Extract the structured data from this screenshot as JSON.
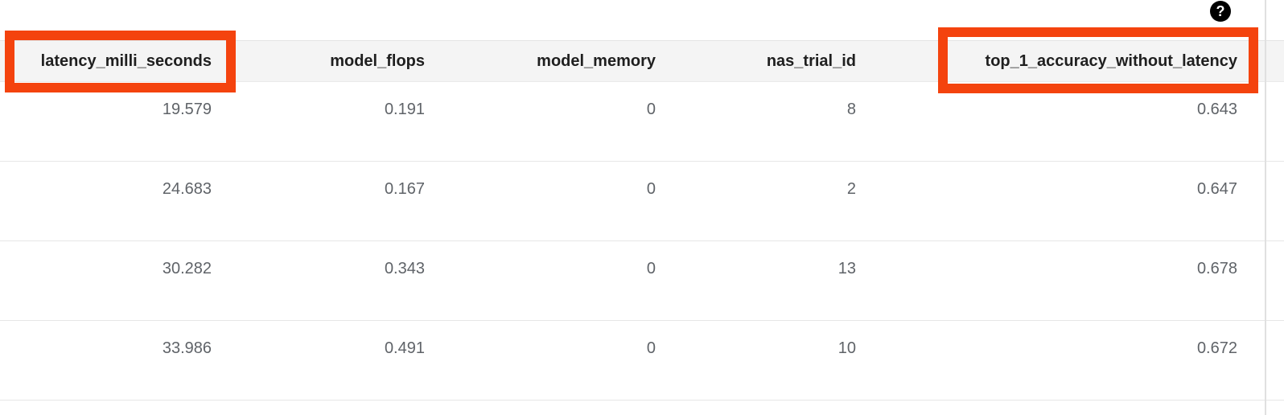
{
  "help": {
    "glyph": "?",
    "label": "help"
  },
  "table": {
    "columns": [
      "latency_milli_seconds",
      "model_flops",
      "model_memory",
      "nas_trial_id",
      "top_1_accuracy_without_latency"
    ],
    "rows": [
      [
        "19.579",
        "0.191",
        "0",
        "8",
        "0.643"
      ],
      [
        "24.683",
        "0.167",
        "0",
        "2",
        "0.647"
      ],
      [
        "30.282",
        "0.343",
        "0",
        "13",
        "0.678"
      ],
      [
        "33.986",
        "0.491",
        "0",
        "10",
        "0.672"
      ]
    ]
  },
  "annotations": {
    "highlighted_columns": [
      "latency_milli_seconds",
      "top_1_accuracy_without_latency"
    ],
    "highlight_color": "#f4430e"
  },
  "colors": {
    "header_bg": "#f4f4f4",
    "header_text": "#1f1f1f",
    "cell_text": "#5f6368",
    "divider": "#e3e3e3",
    "help_icon_bg": "#000000"
  }
}
